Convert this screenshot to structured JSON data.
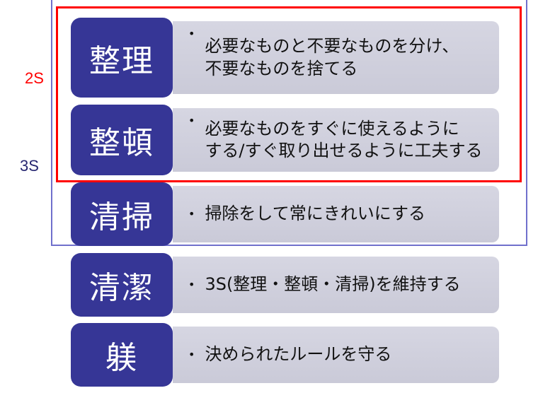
{
  "labels": {
    "two_s": "2S",
    "three_s": "3S"
  },
  "rows": [
    {
      "term": "整理",
      "desc": "必要なものと不要なものを分け、\n不要なものを捨てる"
    },
    {
      "term": "整頓",
      "desc": "必要なものをすぐに使えるように\nする/すぐ取り出せるように工夫する"
    },
    {
      "term": "清掃",
      "desc": "掃除をして常にきれいにする"
    },
    {
      "term": "清潔",
      "desc": "3S(整理・整頓・清掃)を維持する"
    },
    {
      "term": "躾",
      "desc": "決められたルールを守る"
    }
  ],
  "bullet": "•"
}
